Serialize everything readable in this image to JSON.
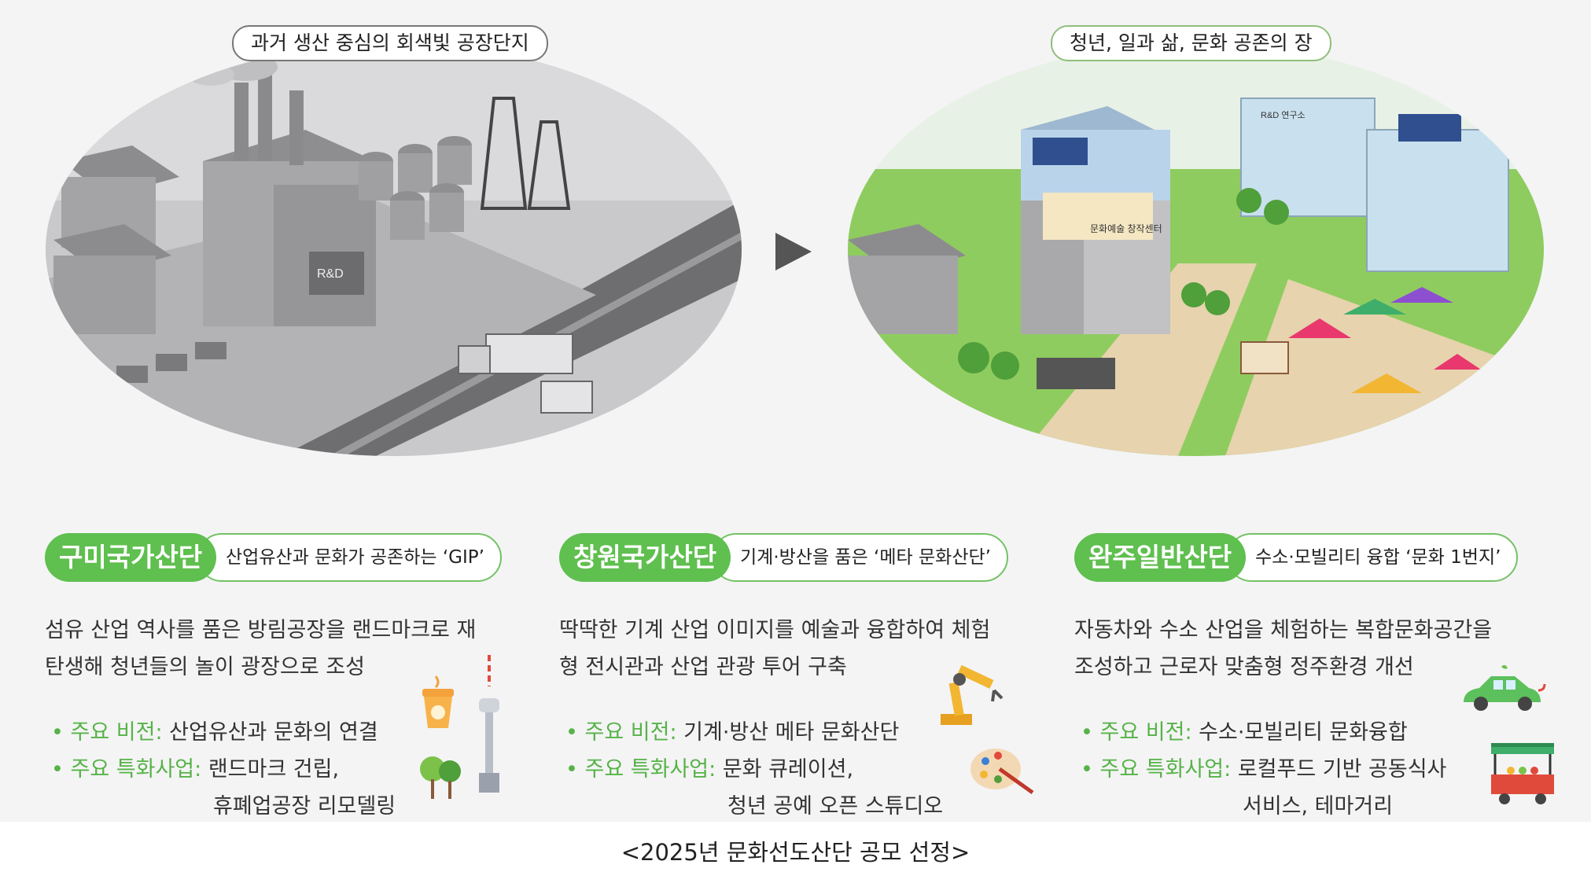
{
  "top": {
    "left_label": "과거 생산 중심의 회색빛 공장단지",
    "right_label": "청년, 일과 삶, 문화 공존의 장",
    "rd_sign_left": "R&D",
    "rd_sign_right": "R&D 연구소",
    "culture_sign": "문화예술 창작센터"
  },
  "cards": [
    {
      "name": "구미국가산단",
      "subtitle": "산업유산과 문화가 공존하는 ‘GIP’",
      "desc_1": "섬유 산업 역사를 품은 방림공장을 랜드마크로 재",
      "desc_2": "탄생해 청년들의 놀이 광장으로 조성",
      "vision_label": "• 주요 비전:",
      "vision": "산업유산과 문화의 연결",
      "project_label": "• 주요 특화사업:",
      "project_1": "랜드마크 건립,",
      "project_2": "휴폐업공장 리모델링"
    },
    {
      "name": "창원국가산단",
      "subtitle": "기계·방산을 품은 ‘메타 문화산단’",
      "desc_1": "딱딱한 기계 산업 이미지를 예술과 융합하여 체험",
      "desc_2": "형 전시관과 산업 관광 투어 구축",
      "vision_label": "• 주요 비전:",
      "vision": "기계·방산 메타 문화산단",
      "project_label": "• 주요 특화사업:",
      "project_1": "문화 큐레이션,",
      "project_2": "청년 공예 오픈 스튜디오"
    },
    {
      "name": "완주일반산단",
      "subtitle": "수소·모빌리티 융합 ‘문화 1번지’",
      "desc_1": "자동차와 수소 산업을 체험하는 복합문화공간을",
      "desc_2": "조성하고 근로자 맞춤형 정주환경 개선",
      "vision_label": "• 주요 비전:",
      "vision": "수소·모빌리티 문화융합",
      "project_label": "• 주요 특화사업:",
      "project_1": "로컬푸드 기반 공동식사",
      "project_2": "서비스, 테마거리"
    }
  ],
  "footer": {
    "caption": "<2025년 문화선도산단 공모 선정>"
  },
  "colors": {
    "accent_green": "#5fbf4f",
    "gray_scene": "#8a8a8c",
    "green_scene": "#7fc05a"
  },
  "icons": [
    "coffee-cup-icon",
    "tower-icon",
    "tree-icon",
    "robot-arm-icon",
    "paint-palette-icon",
    "car-icon",
    "food-cart-icon"
  ]
}
